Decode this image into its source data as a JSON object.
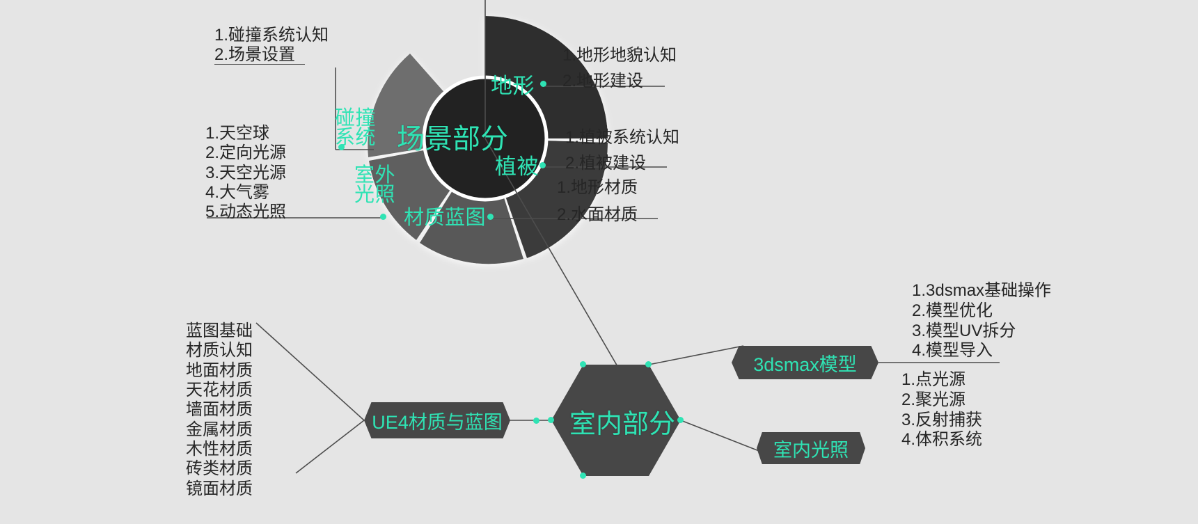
{
  "theme": {
    "background": "#e5e5e5",
    "accent": "#2fe3b4",
    "node_dark": "#2e2e2e",
    "node_mid": "#474747",
    "node_light": "#6b6b6b",
    "text_dark": "#262626",
    "wire": "#4d4d4d"
  },
  "scene": {
    "center_label": "场景部分",
    "segments": [
      {
        "id": "terrain",
        "label": "地形"
      },
      {
        "id": "vegetation",
        "label": "植被"
      },
      {
        "id": "material",
        "label": "材质蓝图"
      },
      {
        "id": "outdoor",
        "label": "室外\n光照"
      },
      {
        "id": "outdoor_l1",
        "label": "室外"
      },
      {
        "id": "outdoor_l2",
        "label": "光照"
      },
      {
        "id": "collision_l1",
        "label": "碰撞"
      },
      {
        "id": "collision_l2",
        "label": "系统"
      }
    ]
  },
  "lists": {
    "collision": [
      "1.碰撞系统认知",
      "2.场景设置"
    ],
    "outdoor_light": [
      "1.天空球",
      "2.定向光源",
      "3.天空光源",
      "4.大气雾",
      "5.动态光照"
    ],
    "terrain": [
      "1.地形地貌认知",
      "2.地形建设"
    ],
    "vegetation": [
      "1.植被系统认知",
      "2.植被建设"
    ],
    "material_bp": [
      "1.地形材质",
      "2.水面材质"
    ],
    "max_model": [
      "1.3dsmax基础操作",
      "2.模型优化",
      "3.模型UV拆分",
      "4.模型导入"
    ],
    "indoor_light": [
      "1.点光源",
      "2.聚光源",
      "3.反射捕获",
      "4.体积系统"
    ],
    "ue4_material": [
      "蓝图基础",
      "材质认知",
      "地面材质",
      "天花材质",
      "墙面材质",
      "金属材质",
      "木性材质",
      "砖类材质",
      "镜面材质"
    ]
  },
  "indoor": {
    "center_label": "室内部分",
    "nodes": [
      {
        "id": "ue4",
        "label": "UE4材质与蓝图"
      },
      {
        "id": "max",
        "label": "3dsmax模型"
      },
      {
        "id": "light",
        "label": "室内光照"
      }
    ]
  }
}
